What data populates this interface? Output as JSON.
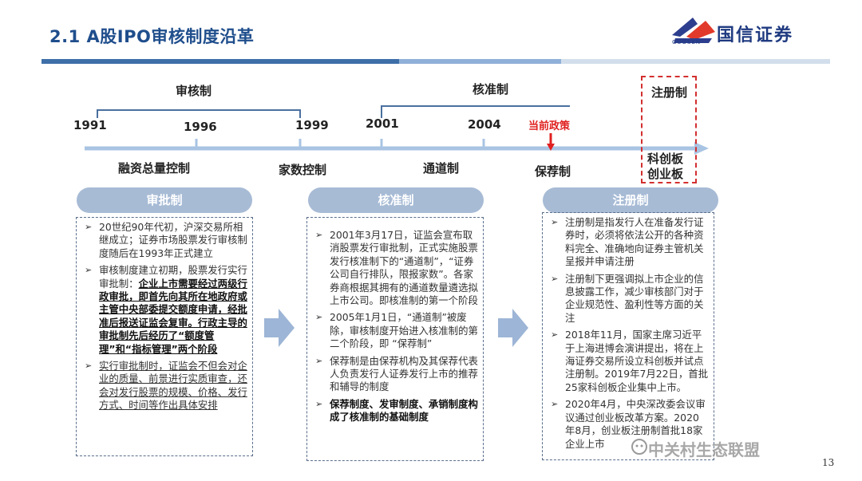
{
  "header": {
    "title": "2.1 A股IPO审核制度沿革",
    "logo_text": "国信证券",
    "logo_sub": "GUOSEN"
  },
  "colors": {
    "primary": "#1F4E8C",
    "pill": "#A7BBD5",
    "timeline": "#A9C4E3",
    "current": "#E02020",
    "arrow": "#9DB5D6"
  },
  "timeline": {
    "eras": [
      "审核制",
      "核准制",
      "注册制"
    ],
    "years": [
      "1991",
      "1996",
      "1999",
      "2001",
      "2004"
    ],
    "current_policy": "当前政策",
    "phases": [
      "融资总量控制",
      "家数控制",
      "通道制",
      "保荐制"
    ],
    "registration_boards": [
      "科创板",
      "创业板"
    ]
  },
  "columns": [
    {
      "label": "审批制",
      "items": [
        "20世纪90年代初，沪深交易所相继成立；证券市场股票发行审核制度随后在1993年正式建立",
        {
          "pre": "审核制度建立初期，股票发行实行审批制：",
          "bold": "企业上市需要经过两级行政审批，即首先向其所在地政府或主管中央部委提交额度申请，经批准后报送证监会复审。行政主导的审批制先后经历了“额度管理”和“指标管理”两个阶段"
        },
        "实行审批制时，证监会不但会对企业的质量、前景进行实质审查，还会对发行股票的规模、价格、发行方式、时间等作出具体安排"
      ]
    },
    {
      "label": "核准制",
      "items": [
        "2001年3月17日，证监会宣布取消股票发行审批制，正式实施股票发行核准制下的“通道制”，“证券公司自行排队，限报家数”。各家券商根据其拥有的通道数量遴选拟上市公司。即核准制的第一个阶段",
        "2005年1月1日，“通道制”被废除，审核制度开始进入核准制的第二个阶段，即 “保荐制”",
        "保荐制是由保荐机构及其保荐代表人负责发行人证券发行上市的推荐和辅导的制度",
        "保荐制度、发审制度、承销制度构成了核准制的基础制度"
      ]
    },
    {
      "label": "注册制",
      "items": [
        "注册制是指发行人在准备发行证券时，必须将依法公开的各种资料完全、准确地向证券主管机关呈报并申请注册",
        "注册制下更强调拟上市企业的信息披露工作，减少审核部门对于企业规范性、盈利性等方面的关注",
        "2018年11月，国家主席习近平于上海进博会演讲提出，将在上海证券交易所设立科创板并试点注册制。2019年7月22日，首批25家科创板企业集中上市。",
        "2020年4月，中央深改委会议审议通过创业板改革方案。2020年8月，创业板注册制首批18家企业上市"
      ]
    }
  ],
  "watermark": "中关村生态联盟",
  "page_number": "13"
}
